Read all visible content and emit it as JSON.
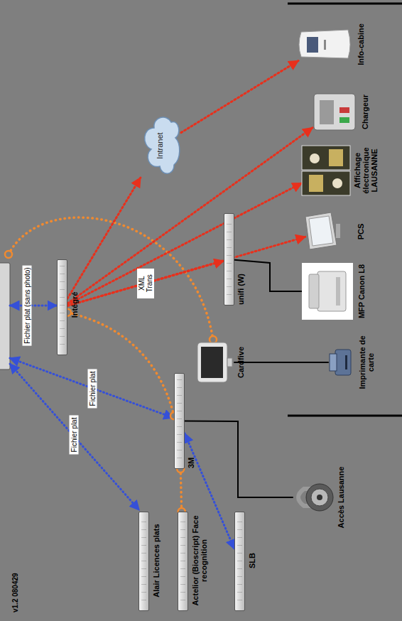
{
  "diagram": {
    "nodes": [
      {
        "text": [
          "Intégré"
        ]
      },
      {
        "text": [
          "3M"
        ]
      },
      {
        "text": [
          "Alair Licences plats"
        ]
      },
      {
        "text": [
          "Actelior (Bioscript) Face recognition"
        ]
      },
      {
        "text": [
          "SLB"
        ]
      },
      {
        "text": [
          "Intranet"
        ]
      },
      {
        "text": [
          "Cardfive"
        ]
      },
      {
        "text": [
          "unifi (W)"
        ]
      },
      {
        "text": [
          "Imprimante de carte"
        ]
      },
      {
        "text": [
          "MFP Canon L8"
        ]
      },
      {
        "text": [
          "PCS"
        ]
      },
      {
        "text": [
          "Affichage électronique LAUSANNE"
        ]
      },
      {
        "text": [
          "Chargeur"
        ]
      },
      {
        "text": [
          "Info-cabine"
        ]
      },
      {
        "text": [
          "Accès Lausanne"
        ]
      }
    ],
    "edges": [
      {
        "from": 0,
        "to": 5,
        "arrow": "to"
      },
      {
        "from": 5,
        "to": 13,
        "arrow": "to"
      },
      {
        "from": 0,
        "to": 12,
        "arrow": "to"
      },
      {
        "from": 0,
        "to": 11,
        "arrow": "to"
      },
      {
        "from": 0,
        "to": 10,
        "arrow": "to"
      },
      {
        "from": 0,
        "to": 7,
        "label": "XML Trans",
        "arrow": "to"
      },
      {
        "from": 0,
        "to": 1,
        "arrow": "none"
      },
      {
        "from": 1,
        "to": 3,
        "arrow": "none"
      },
      {
        "from": 1,
        "to": 4,
        "arrow": "both"
      },
      {
        "from": 6,
        "to": 8,
        "arrow": "none"
      },
      {
        "from": 7,
        "to": 9,
        "arrow": "none"
      },
      {
        "from": 1,
        "to": 14,
        "arrow": "none"
      }
    ],
    "labels": [
      "Fichier plat (sans photo)",
      "Fichier plat",
      "Fichier plat",
      "v1.2 080429"
    ]
  }
}
